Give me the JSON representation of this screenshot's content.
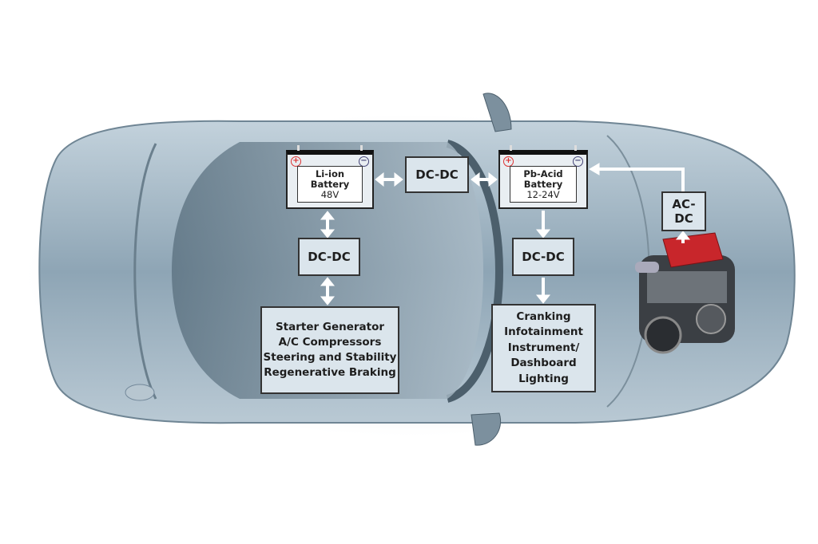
{
  "batteries": {
    "li_ion": {
      "lines": [
        "Li-ion",
        "Battery",
        "48V"
      ],
      "plus": "+",
      "minus": "−"
    },
    "pb_acid": {
      "lines": [
        "Pb-Acid",
        "Battery",
        "12-24V"
      ],
      "plus": "+",
      "minus": "−"
    }
  },
  "converters": {
    "top": "DC-DC",
    "left": "DC-DC",
    "right": "DC-DC",
    "ac_dc": "AC-DC"
  },
  "loads_48v": [
    "Starter Generator",
    "A/C Compressors",
    "Steering and Stability",
    "Regenerative Braking"
  ],
  "loads_12v": [
    "Cranking",
    "Infotainment",
    "Instrument/",
    "Dashboard",
    "Lighting"
  ],
  "colors": {
    "box_fill": "#dbe5ec",
    "car_body": "#9fb4c3",
    "engine_red": "#c8262b"
  }
}
